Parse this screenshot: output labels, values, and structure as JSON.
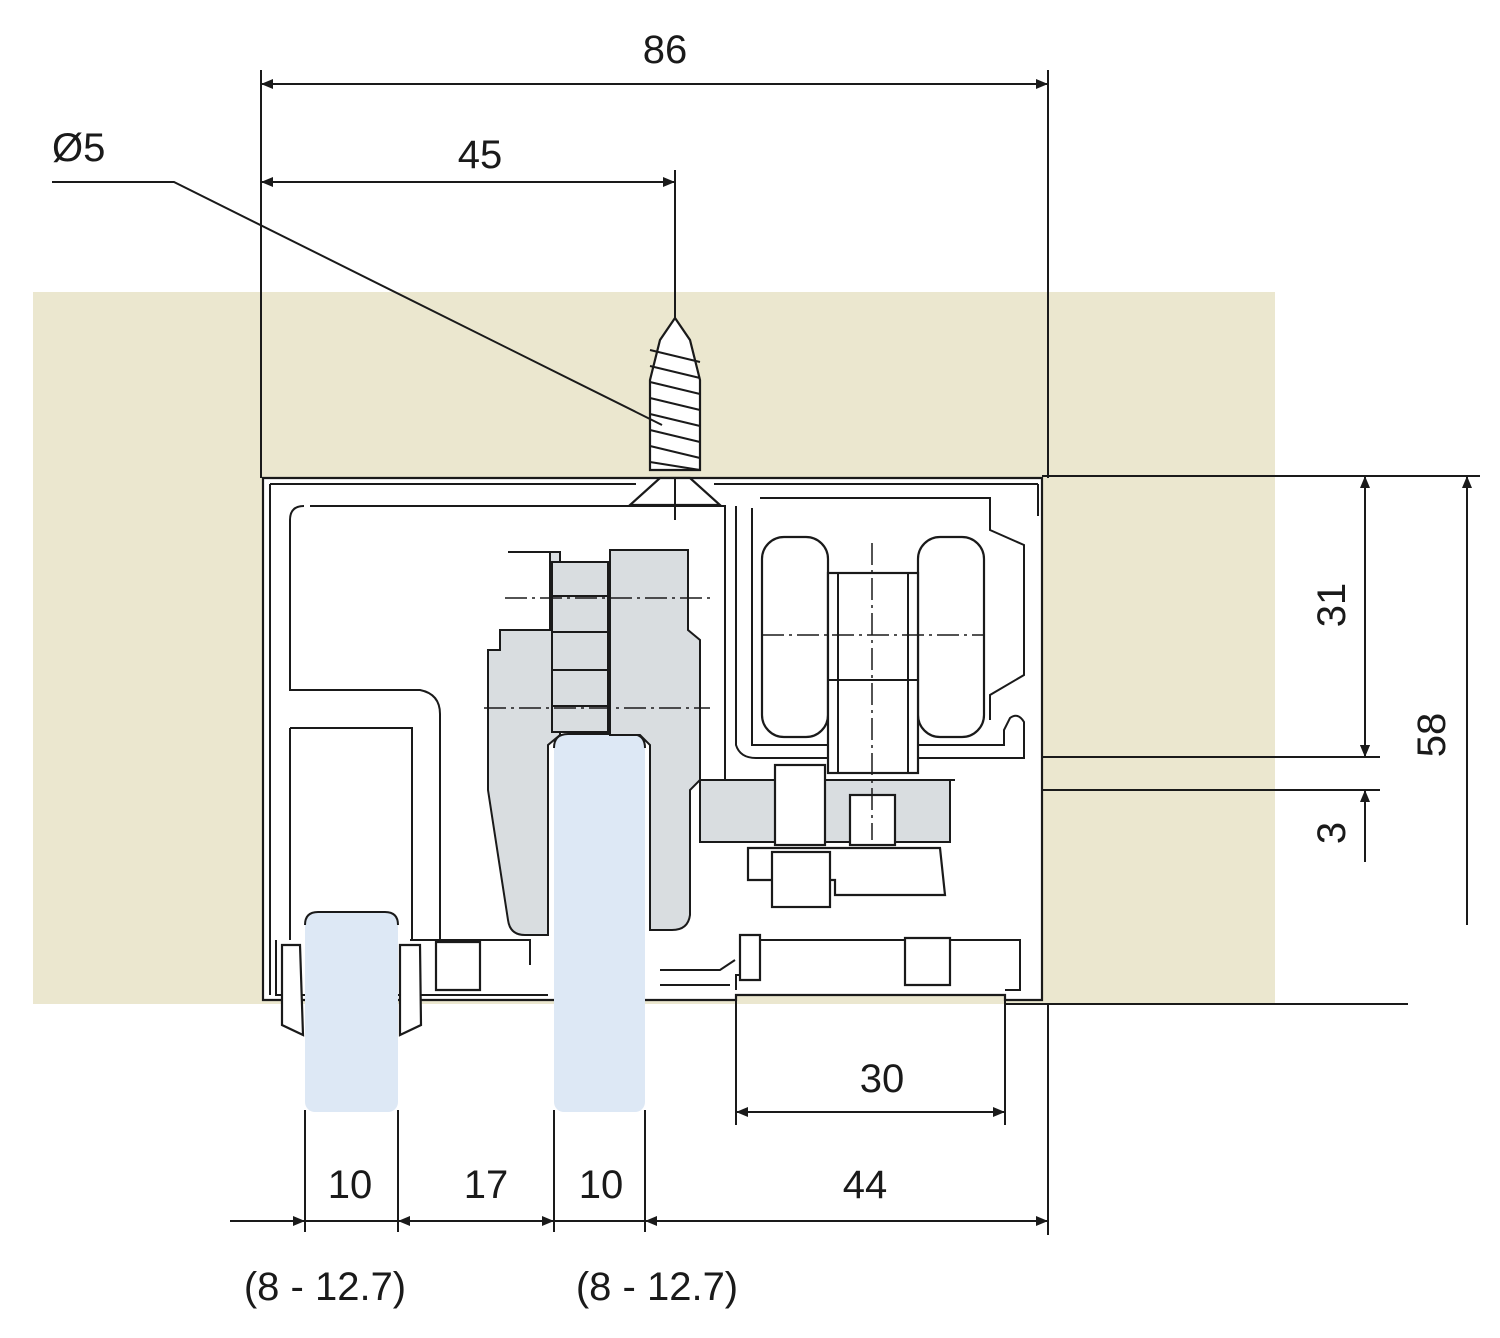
{
  "colors": {
    "wall": "#ebe7cf",
    "glass": "#dde8f5",
    "hardware": "#d9dde0",
    "line": "#1a1a1a"
  },
  "dimensions": {
    "overall_width": "86",
    "screw_offset": "45",
    "screw_diameter": "Ø5",
    "wheel_height": "31",
    "total_height": "58",
    "gap": "3",
    "channel_width": "30",
    "glass_left": "10",
    "glass_spacing": "17",
    "glass_right": "10",
    "right_offset": "44",
    "glass_left_range": "(8 - 12.7)",
    "glass_right_range": "(8 - 12.7)"
  }
}
